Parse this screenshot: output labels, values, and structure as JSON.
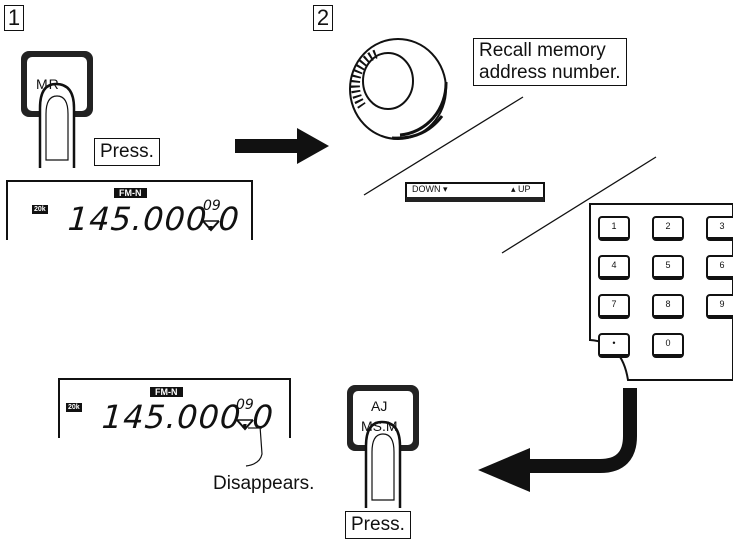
{
  "step1": {
    "number": "1",
    "button_label": "MR",
    "callout": "Press."
  },
  "step2": {
    "number": "2",
    "callout_line1": "Recall memory",
    "callout_line2": "address number.",
    "switch_down": "DOWN",
    "switch_up": "UP",
    "keypad_keys": [
      "1",
      "2",
      "3",
      "4",
      "5",
      "6",
      "7",
      "8",
      "9",
      "•",
      "0"
    ]
  },
  "display_top": {
    "mode": "FM-N",
    "step": "20k",
    "frequency": "145.000.0",
    "channel": "09"
  },
  "display_bottom": {
    "mode": "FM-N",
    "step": "20k",
    "frequency": "145.000.0",
    "channel": "09"
  },
  "step3": {
    "button_line1": "AJ",
    "button_line2": "MS.M",
    "callout": "Press.",
    "disappears_note": "Disappears."
  }
}
